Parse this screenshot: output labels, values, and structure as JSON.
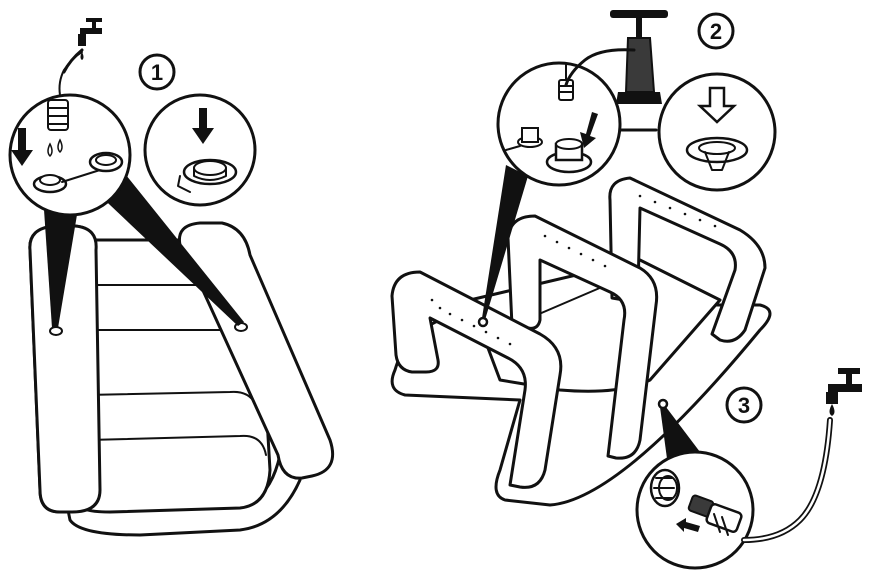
{
  "steps": [
    {
      "number": "1",
      "action": "fill-with-water"
    },
    {
      "number": "2",
      "action": "inflate-with-pump"
    },
    {
      "number": "3",
      "action": "connect-hose"
    }
  ],
  "icons": [
    "faucet-icon",
    "water-drop-icon",
    "down-arrow-icon",
    "hand-pump-icon",
    "hose-connector-icon",
    "left-arrow-icon"
  ],
  "colors": {
    "line": "#111111",
    "fill": "#ffffff",
    "pump_body": "#3a3a3a"
  }
}
